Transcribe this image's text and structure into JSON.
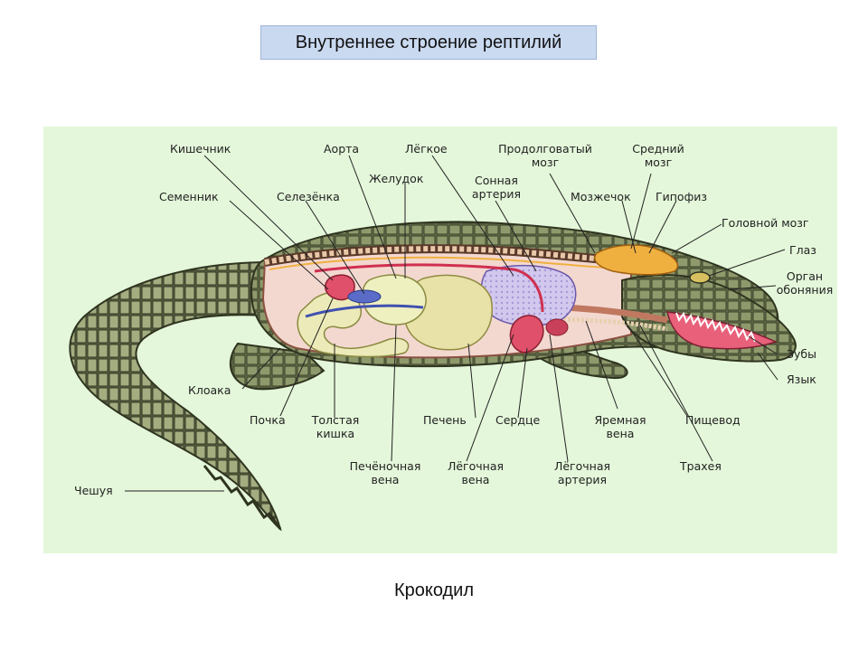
{
  "title": "Внутреннее строение рептилий",
  "caption": "Крокодил",
  "labels": {
    "kishechnik": "Кишечник",
    "aorta": "Аорта",
    "legkoe": "Лёгкое",
    "prodolg_1": "Продолговатый",
    "prodolg_2": "мозг",
    "sredniy_1": "Средний",
    "sredniy_2": "мозг",
    "zheludok": "Желудок",
    "sonnaya_1": "Сонная",
    "sonnaya_2": "артерия",
    "semennik": "Семенник",
    "selezenka": "Селезёнка",
    "mozzhechok": "Мозжечок",
    "gipofiz": "Гипофиз",
    "golovnoy": "Головной мозг",
    "glaz": "Глаз",
    "organ_1": "Орган",
    "organ_2": "обоняния",
    "zuby": "Зубы",
    "yazyk": "Язык",
    "kloaka": "Клоака",
    "pochka": "Почка",
    "tolstaya_1": "Толстая",
    "tolstaya_2": "кишка",
    "pechen": "Печень",
    "serdce": "Сердце",
    "yaremnaya_1": "Яремная",
    "yaremnaya_2": "вена",
    "pishchevod": "Пищевод",
    "pechenochnaya_1": "Печёночная",
    "pechenochnaya_2": "вена",
    "legochnaya_vena_1": "Лёгочная",
    "legochnaya_vena_2": "вена",
    "legochnaya_art_1": "Лёгочная",
    "legochnaya_art_2": "артерия",
    "traheya": "Трахея",
    "cheshuya": "Чешуя"
  },
  "colors": {
    "panel_bg": "#e4f7da",
    "title_bg": "#c9d9f0",
    "skin_dark": "#4a5238",
    "skin_light": "#8f9a6c",
    "lung": "#c9bde8",
    "liver": "#e8e2a8",
    "heart": "#e0506a",
    "brain": "#f0b040",
    "mouth": "#e8607a"
  }
}
